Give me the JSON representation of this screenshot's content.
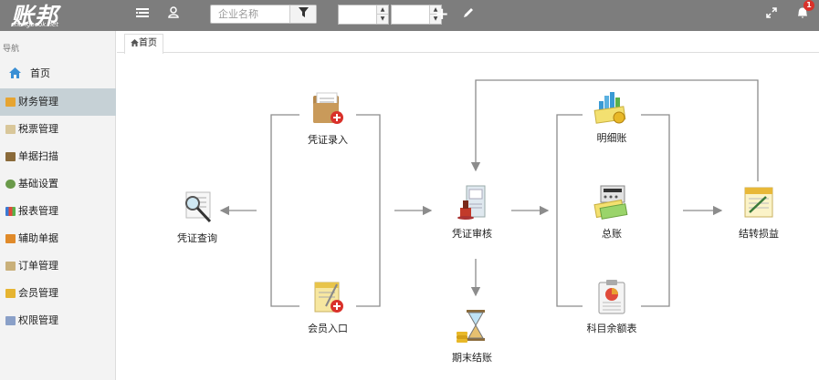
{
  "header": {
    "logo_text": "账邦",
    "logo_sub": "zhangbook.net",
    "search_placeholder": "企业名称",
    "notification_count": "1"
  },
  "sidebar": {
    "title": "导航",
    "items": [
      {
        "label": "首页"
      },
      {
        "label": "财务管理"
      },
      {
        "label": "税票管理"
      },
      {
        "label": "单据扫描"
      },
      {
        "label": "基础设置"
      },
      {
        "label": "报表管理"
      },
      {
        "label": "辅助单据"
      },
      {
        "label": "订单管理"
      },
      {
        "label": "会员管理"
      },
      {
        "label": "权限管理"
      }
    ],
    "active_index": 1
  },
  "tabs": [
    {
      "label": "首页"
    }
  ],
  "flow": {
    "nodes": {
      "voucher_entry": "凭证录入",
      "member_entry": "会员入口",
      "voucher_query": "凭证查询",
      "voucher_audit": "凭证审核",
      "period_close": "期末结账",
      "detail_ledger": "明细账",
      "general_ledger": "总账",
      "account_balance": "科目余额表",
      "transfer_pl": "结转损益"
    }
  },
  "colors": {
    "topbar": "#7d7d7d",
    "sidebar_active": "#c6d1d6",
    "connector": "#8c8c8c"
  }
}
